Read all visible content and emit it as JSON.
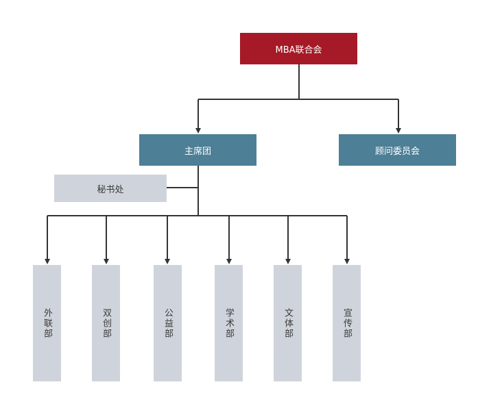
{
  "root": {
    "label": "MBA联合会"
  },
  "level2": [
    {
      "label": "主席团"
    },
    {
      "label": "顾问委员会"
    }
  ],
  "secretary": {
    "label": "秘书处"
  },
  "departments": [
    {
      "label": "外联部"
    },
    {
      "label": "双创部"
    },
    {
      "label": "公益部"
    },
    {
      "label": "学术部"
    },
    {
      "label": "文体部"
    },
    {
      "label": "宣传部"
    }
  ],
  "colors": {
    "root": "#a51a26",
    "level2": "#4d7f96",
    "leaf": "#cfd4dc",
    "connector": "#333333"
  }
}
